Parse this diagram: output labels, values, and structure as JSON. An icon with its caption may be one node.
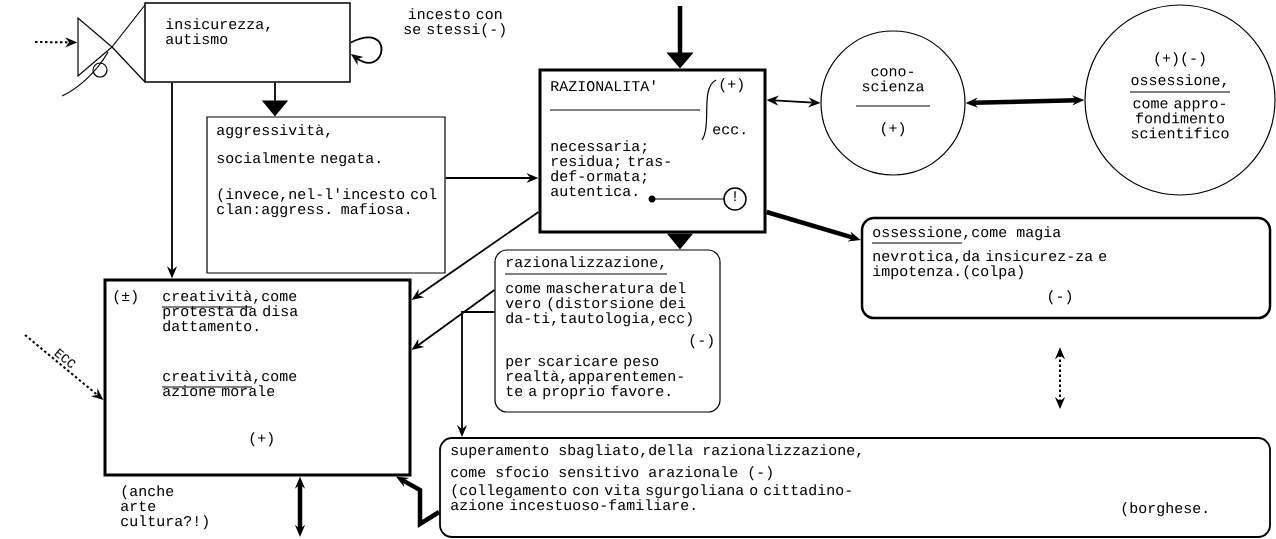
{
  "diagram": {
    "nodes": [
      {
        "text": [
          "insicurezza, autismo"
        ]
      },
      {
        "text": [
          "aggressività,",
          "socialmente negata.",
          "(invece,nel-l'incesto col clan:aggress. mafiosa."
        ]
      },
      {
        "text": [
          "RAZIONALITA'",
          "(+)",
          "ecc.",
          "necessaria; residua; tras-def-ormata; autentica."
        ]
      },
      {
        "text": [
          "!"
        ],
        "in": 2
      },
      {
        "text": [
          "cono-scienza",
          "(+)"
        ]
      },
      {
        "text": [
          "(+)(-)",
          "ossessione,",
          "come appro-fondimento scientifico"
        ]
      },
      {
        "text": [
          "ossessione,come magia",
          "nevrotica,da insicurez-za e impotenza.(colpa)",
          "(-)"
        ]
      },
      {
        "text": [
          "(±)",
          "creatività,come protesta da disa dattamento.",
          "creatività,come azione morale",
          "(+)"
        ]
      },
      {
        "text": [
          "razionalizzazione,",
          "come mascheratura del vero (distorsione dei da-ti,tautologia,ecc)",
          "(-)",
          "per scaricare peso realtà,apparentemen-te a proprio favore."
        ]
      },
      {
        "text": [
          "superamento sbagliato,della razionalizzazione,",
          "come sfocio sensitivo arazionale (-)",
          "(collegamento con vita sgurgoliana o cittadino-azione incestuoso-familiare.",
          "(borghese."
        ]
      }
    ],
    "edges": [
      {
        "from": null,
        "to": 0,
        "arrow": "to",
        "style": "dashed"
      },
      {
        "from": 0,
        "to": 0,
        "arrow": "to"
      },
      {
        "from": 0,
        "to": 1,
        "arrow": "to"
      },
      {
        "from": 0,
        "to": 7,
        "arrow": "to"
      },
      {
        "from": null,
        "to": 2,
        "arrow": "to",
        "style": "thick"
      },
      {
        "from": 1,
        "to": 2,
        "arrow": "to"
      },
      {
        "from": 2,
        "to": 4,
        "arrow": "both"
      },
      {
        "from": 4,
        "to": 5,
        "arrow": "both",
        "style": "thick"
      },
      {
        "from": 2,
        "to": 6,
        "arrow": "to",
        "style": "thick"
      },
      {
        "from": 2,
        "to": 7,
        "arrow": "to"
      },
      {
        "from": 8,
        "to": 7,
        "arrow": "to"
      },
      {
        "from": 2,
        "to": 8,
        "arrow": "to"
      },
      {
        "from": 8,
        "to": 9,
        "arrow": "to"
      },
      {
        "from": 9,
        "to": 7,
        "arrow": "to",
        "style": "thick"
      },
      {
        "from": 6,
        "to": 9,
        "arrow": "both",
        "style": "dashed"
      },
      {
        "from": null,
        "to": 7,
        "arrow": "to",
        "style": "dashed",
        "label": "ECC"
      },
      {
        "from": 7,
        "to": null,
        "arrow": "both",
        "style": "thick"
      }
    ],
    "labels": [
      "incesto con se stessi(-)",
      "(anche arte cultura?!)"
    ]
  }
}
